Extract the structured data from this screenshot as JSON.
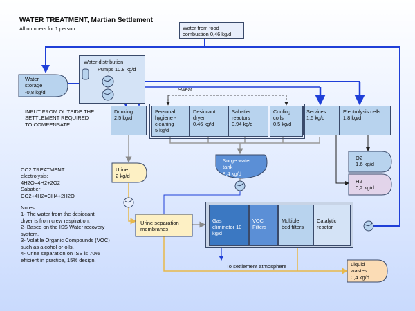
{
  "header": {
    "title": "WATER TREATMENT, Martian Settlement",
    "subtitle": "All numbers for 1 person"
  },
  "nodes": {
    "food_water": "Water from food\ncombustion 0,46 kg/d",
    "water_distribution": "Water distribution",
    "pumps": "Pumps 10.8 kg/d",
    "water_storage": "Water\nstorage\n-0,8 kg/d",
    "drinking": "Drinking\n2.5 kg/d",
    "personal_hygiene": "Personal\nhygiene -\ncleaning\n5 kg/d",
    "desiccant_dryer": "Desiccant\ndryer\n0,46 kg/d",
    "sabatier": "Sabatier\nreactors\n0,94 kg/d",
    "cooling": "Cooling\ncoils\n 0,5 kg/d",
    "services": "Services\n1,5 kg/d",
    "electrolysis": "Electrolysis cells\n1,8 kg/d",
    "sweat": "Sweat",
    "urine": "Urine\n2 kg/d",
    "surge_tank": "Surge water\ntank\n8,4 kg/d",
    "o2": "O2\n1.6 kg/d",
    "h2": "H2\n0,2 kg/d",
    "urine_separation": "Urine separation\nmembranes",
    "gas_eliminator": "Gas\neliminator 10\nkg/d",
    "voc_filters": "VOC\nFilters",
    "multiple_bed": "Multiple\nbed filters",
    "catalytic_reactor": "Catalytic\nreactor",
    "liquid_wastes": "Liquid\nwastes\n0,4 kg/d",
    "to_atmosphere": "To settlement atmosphere"
  },
  "annotations": {
    "input_outside": "INPUT FROM OUTSIDE THE\nSETTLEMENT REQUIRED\nTO COMPENSATE",
    "co2_treatment": "CO2 TREATMENT:\nelectrolysis:\n4H2O=4H2+2O2\nSabatier:\nCO2+4H2=CH4+2H2O",
    "notes": "Notes:\n1- The water from the desiccant\n  dryer is from crew respiration.\n2- Based on the ISS Water recovery\nsystem.\n3- Volatile Organic Compounds (VOC)\nsuch as alcohol or oils.\n4- Urine separation on ISS is 70%\nefficient in practice, 15% design."
  },
  "colors": {
    "main_flow": "#1f3fd8",
    "grey_flow": "#9a9a9a",
    "waste_flow": "#f0c45a",
    "process_box": "#b8d3ee",
    "urine_box": "#fdf0c4",
    "h2_box": "#e2d4ea",
    "gas_eliminator": "#3b78c2"
  }
}
